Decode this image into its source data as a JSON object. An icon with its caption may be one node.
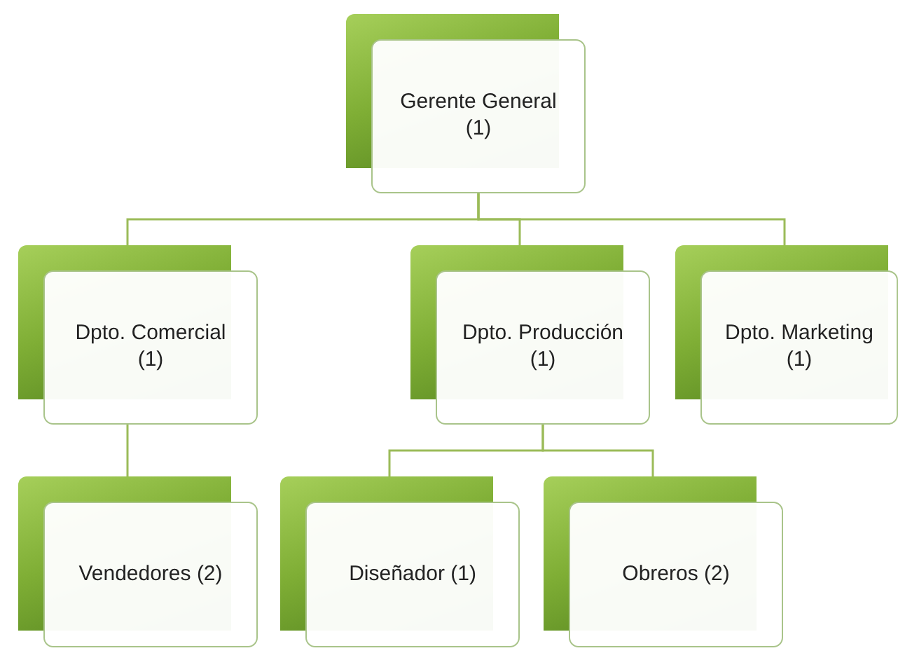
{
  "diagram": {
    "nodes": [
      {
        "text": [
          "Gerente General (1)"
        ]
      },
      {
        "text": [
          "Dpto. Comercial (1)"
        ]
      },
      {
        "text": [
          "Dpto. Producción (1)"
        ]
      },
      {
        "text": [
          "Dpto. Marketing (1)"
        ]
      },
      {
        "text": [
          "Vendedores (2)"
        ]
      },
      {
        "text": [
          "Diseñador (1)"
        ]
      },
      {
        "text": [
          "Obreros (2)"
        ]
      }
    ],
    "edges": [
      {
        "from": 0,
        "to": 1,
        "arrow": "none"
      },
      {
        "from": 0,
        "to": 2,
        "arrow": "none"
      },
      {
        "from": 0,
        "to": 3,
        "arrow": "none"
      },
      {
        "from": 1,
        "to": 4,
        "arrow": "none"
      },
      {
        "from": 2,
        "to": 5,
        "arrow": "none"
      },
      {
        "from": 2,
        "to": 6,
        "arrow": "none"
      }
    ]
  }
}
